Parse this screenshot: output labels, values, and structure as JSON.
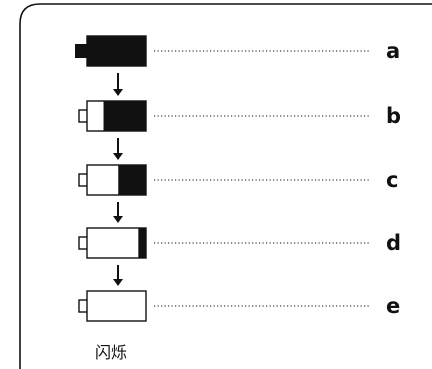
{
  "states": [
    {
      "letter": "a",
      "level": 1.0,
      "has_terminal": false
    },
    {
      "letter": "b",
      "level": 0.72,
      "has_terminal": true
    },
    {
      "letter": "c",
      "level": 0.47,
      "has_terminal": true
    },
    {
      "letter": "d",
      "level": 0.13,
      "has_terminal": true
    },
    {
      "letter": "e",
      "level": 0.0,
      "has_terminal": true
    }
  ],
  "blink_text": "闪烁",
  "colors": {
    "fill": "#111111",
    "outline": "#111111",
    "background": "#ffffff"
  }
}
